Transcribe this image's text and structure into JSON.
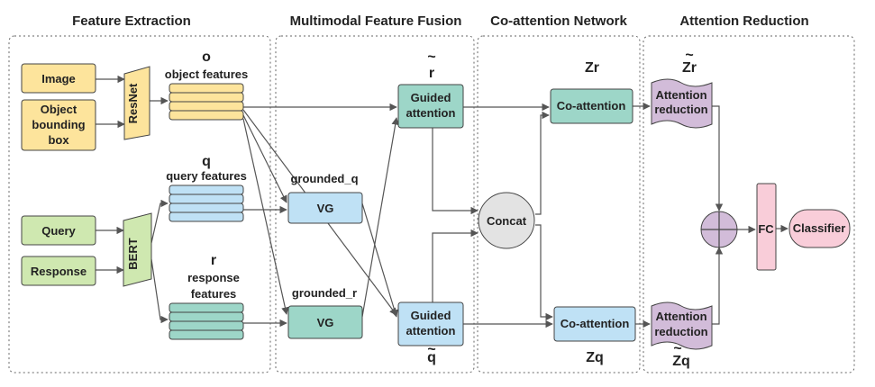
{
  "sections": {
    "feature_extraction": "Feature Extraction",
    "fusion": "Multimodal Feature Fusion",
    "coattention": "Co-attention Network",
    "reduction": "Attention Reduction"
  },
  "inputs": {
    "image": "Image",
    "bbox_line1": "Object",
    "bbox_line2": "bounding",
    "bbox_line3": "box",
    "query": "Query",
    "response": "Response"
  },
  "encoders": {
    "resnet": "ResNet",
    "bert": "BERT"
  },
  "features": {
    "o_symbol": "o",
    "o_label": "object features",
    "q_symbol": "q",
    "q_label": "query features",
    "r_symbol": "r",
    "r_label_line1": "response",
    "r_label_line2": "features"
  },
  "fusion": {
    "grounded_q": "grounded_q",
    "grounded_r": "grounded_r",
    "vg": "VG",
    "guided_line1": "Guided",
    "guided_line2": "attention",
    "r_tilde": "r",
    "q_tilde": "q"
  },
  "coatt": {
    "concat": "Concat",
    "coattention": "Co-attention",
    "zr": "Zr",
    "zq": "Zq"
  },
  "reduction": {
    "line1": "Attention",
    "line2": "reduction",
    "zr_tilde": "Zr",
    "zq_tilde": "Zq",
    "fc": "FC",
    "classifier": "Classifier"
  },
  "colors": {
    "yellow": "#fde49c",
    "green": "#cfe8b0",
    "blue": "#bfe1f5",
    "teal": "#9dd6c8",
    "purple": "#d2bcd9",
    "pink": "#f9cdd9",
    "gray": "#e3e3e3",
    "border": "#444444"
  }
}
